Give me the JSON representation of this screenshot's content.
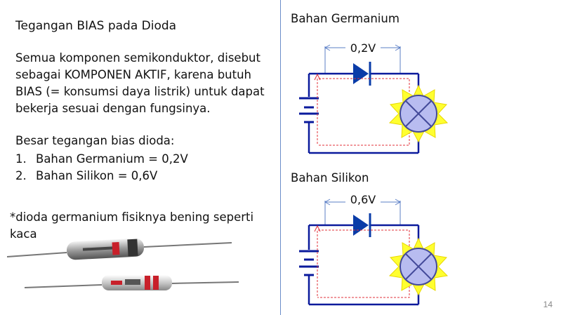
{
  "slide": {
    "title": "Tegangan BIAS pada Dioda",
    "paragraph": "Semua komponen semikonduktor, disebut sebagai KOMPONEN AKTIF, karena butuh BIAS (= konsumsi daya listrik) untuk dapat bekerja sesuai dengan fungsinya.",
    "bias_heading": "Besar tegangan bias dioda:",
    "bias_list": [
      {
        "num": "1.",
        "text": "Bahan Germanium = 0,2V"
      },
      {
        "num": "2.",
        "text": "Bahan Silikon = 0,6V"
      }
    ],
    "note": "*dioda germanium fisiknya bening seperti kaca",
    "page_number": "14"
  },
  "circuits": [
    {
      "label": "Bahan Germanium",
      "voltage": "0,2V"
    },
    {
      "label": "Bahan Silikon",
      "voltage": "0,6V"
    }
  ],
  "colors": {
    "wire": "#0a1a9c",
    "current_arrow": "#e0303a",
    "sun": "#ffff30",
    "sun_edge": "#e8d800",
    "lamp": "#b8bcf0",
    "divider": "#6a8cc8"
  }
}
